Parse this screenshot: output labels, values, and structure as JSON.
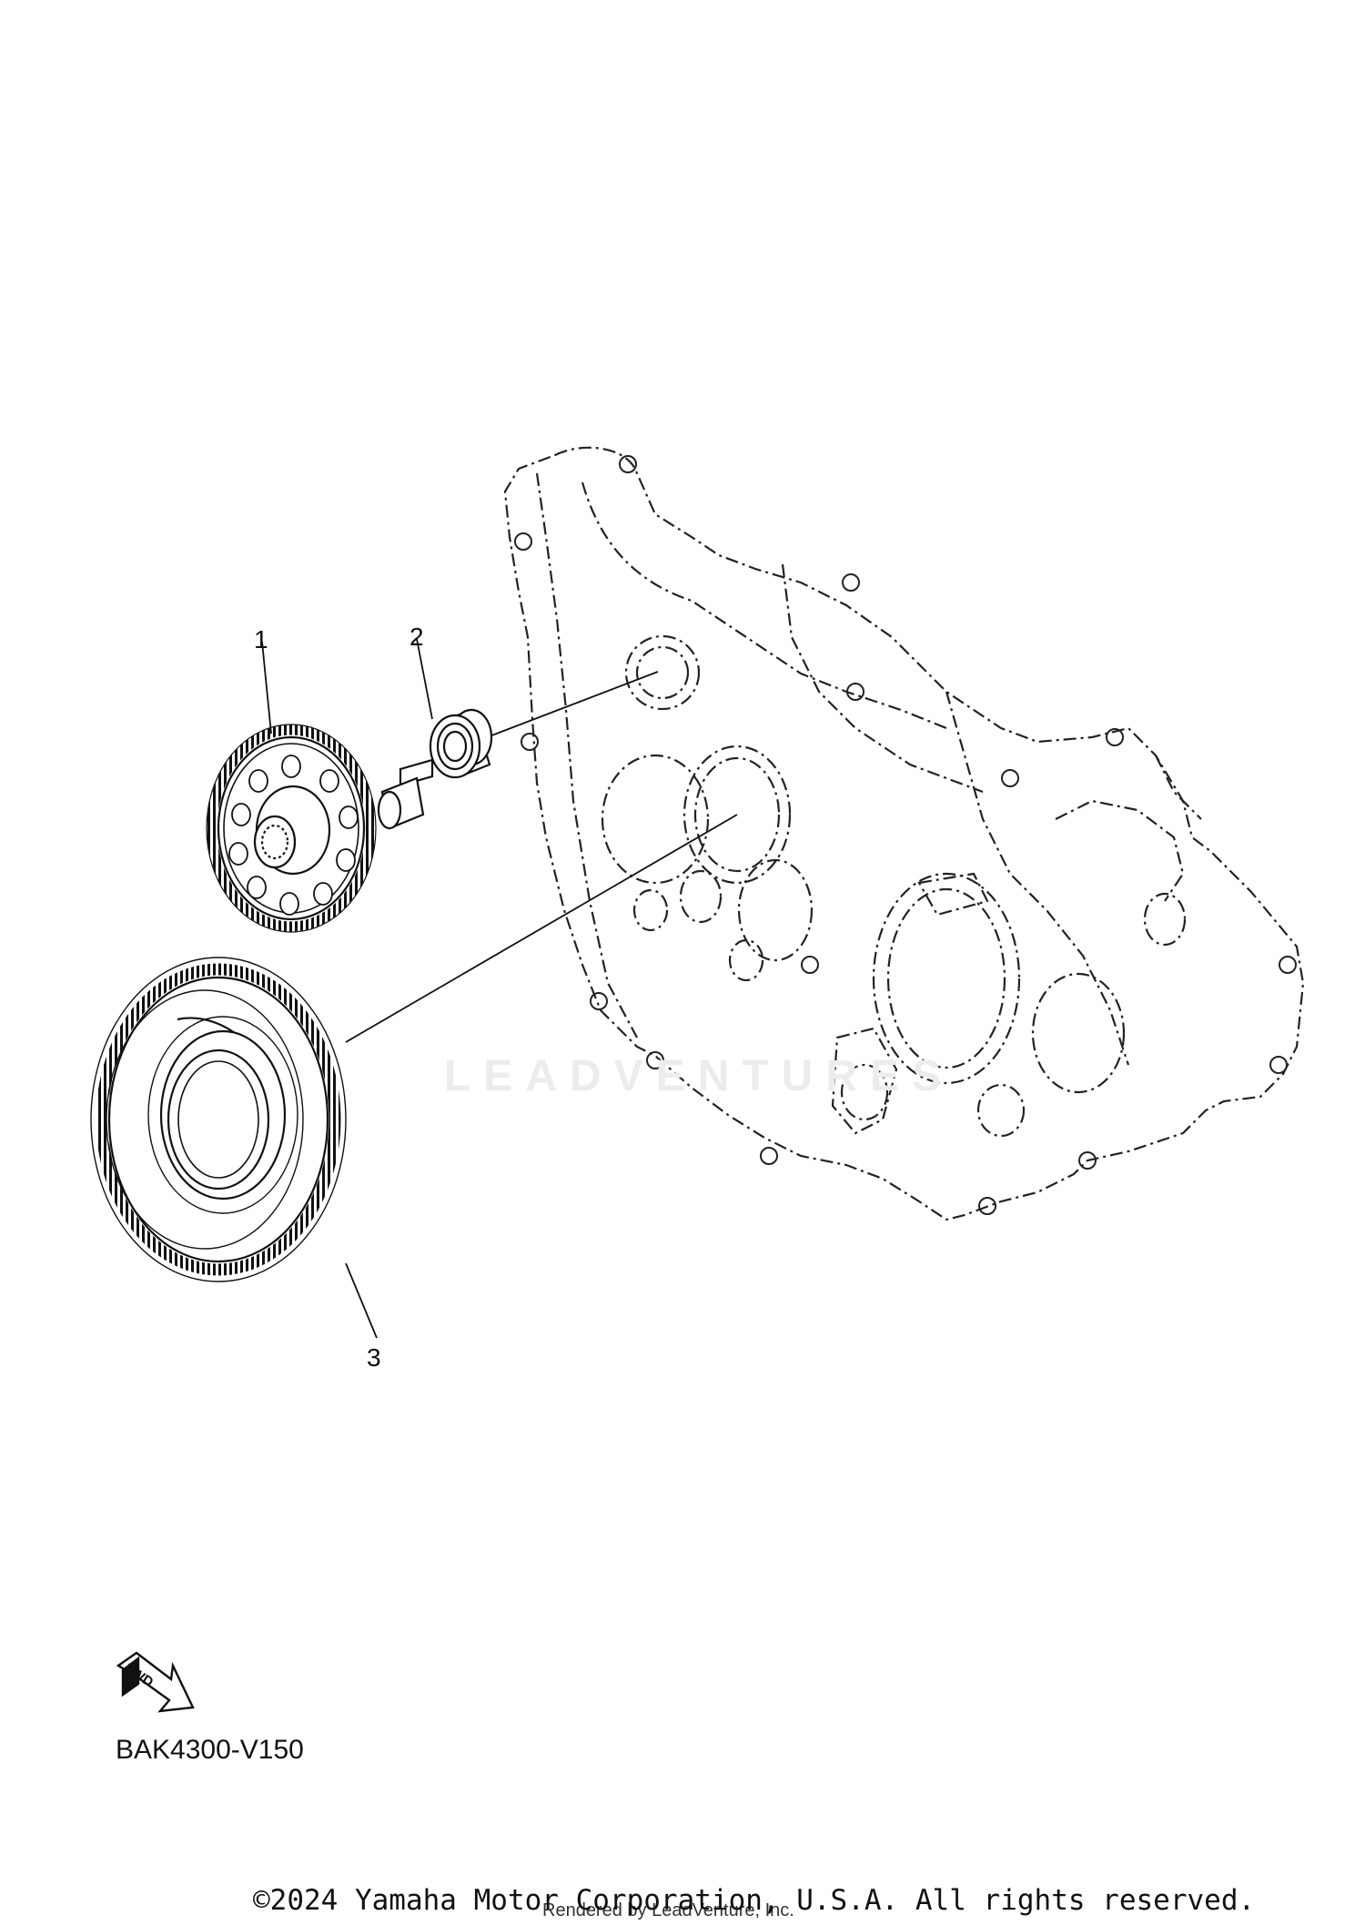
{
  "diagram": {
    "callouts": [
      {
        "number": "1"
      },
      {
        "number": "2"
      },
      {
        "number": "3"
      }
    ],
    "direction_badge": "FWD",
    "diagram_code": "BAK4300-V150",
    "watermark": "LEADVENTURES",
    "footer": {
      "copyright": "©2024 Yamaha Motor Corporation, U.S.A. All rights reserved.",
      "rendered_by": "Rendered by LeadVenture, Inc."
    }
  },
  "colors": {
    "line": "#111111",
    "watermark": "#ececec",
    "background": "#ffffff"
  }
}
